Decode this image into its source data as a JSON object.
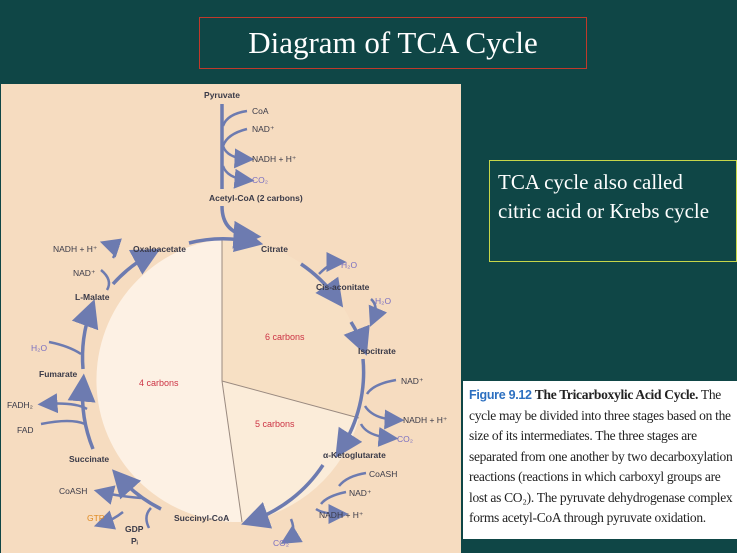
{
  "title": "Diagram of TCA Cycle",
  "note": "TCA cycle also called citric acid or Krebs cycle",
  "caption": {
    "figure": "Figure 9.12",
    "title": "The Tricarboxylic Acid Cycle.",
    "body": "The cycle may be divided into three stages based on the size of its intermediates. The three stages are separated from one another by two decarboxylation reactions (reactions in which carboxyl groups are lost as CO₂). The pyruvate dehydrogenase complex forms acetyl-CoA through pyruvate oxidation."
  },
  "diagram": {
    "pyruvate": "Pyruvate",
    "coa": "CoA",
    "nad_1": "NAD⁺",
    "nadh_1": "NADH + H⁺",
    "co2_1": "CO₂",
    "acetyl_coa": "Acetyl-CoA (2 carbons)",
    "citrate": "Citrate",
    "h2o_1": "H₂O",
    "cis_aconitate": "Cis-aconitate",
    "h2o_2": "H₂O",
    "isocitrate": "Isocitrate",
    "nad_2": "NAD⁺",
    "nadh_2": "NADH + H⁺",
    "co2_2": "CO₂",
    "alpha_ketoglutarate": "α-Ketoglutarate",
    "coash": "CoASH",
    "nad_3": "NAD⁺",
    "nadh_3": "NADH + H⁺",
    "co2_3": "CO₂",
    "succinyl_coa": "Succinyl-CoA",
    "gdp": "GDP",
    "pi": "Pᵢ",
    "gtp": "GTP",
    "coash_2": "CoASH",
    "succinate": "Succinate",
    "fad": "FAD",
    "fadh2": "FADH₂",
    "fumarate": "Fumarate",
    "h2o_3": "H₂O",
    "l_malate": "L-Malate",
    "nad_4": "NAD⁺",
    "nadh_4": "NADH + H⁺",
    "oxaloacetate": "Oxaloacetate",
    "six_carbons": "6 carbons",
    "five_carbons": "5 carbons",
    "four_carbons": "4 carbons"
  },
  "colors": {
    "background": "#0f4646",
    "arrow": "#6d7bb0",
    "panel": "#f6dcc0",
    "label_red": "#cc3344",
    "gtp_orange": "#e08a20"
  }
}
